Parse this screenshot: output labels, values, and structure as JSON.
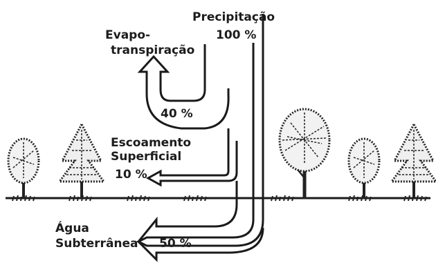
{
  "diagram": {
    "precipitation": {
      "title": "Precipitação",
      "percent": "100 %"
    },
    "evapotranspiration": {
      "line1": "Evapo-",
      "line2": "transpiração",
      "percent": "40 %"
    },
    "surface_runoff": {
      "line1": "Escoamento",
      "line2": "Superficial",
      "percent": "10 %"
    },
    "groundwater": {
      "line1": "Água",
      "line2": "Subterrânea",
      "percent": "50 %"
    }
  }
}
